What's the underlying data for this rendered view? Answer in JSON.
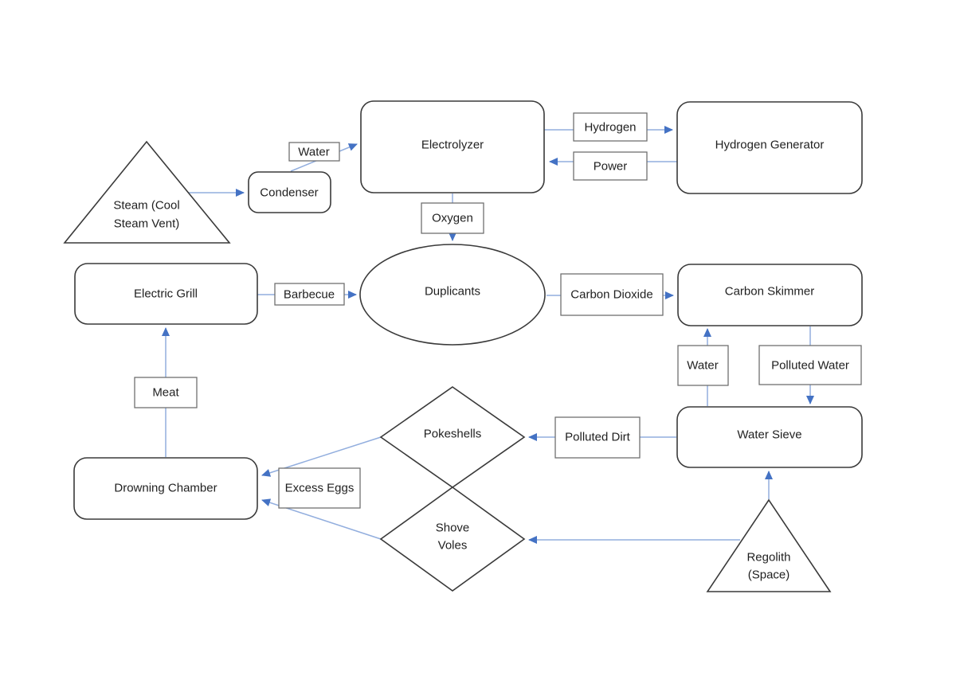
{
  "diagram": {
    "nodes": {
      "steam_vent": {
        "shape": "triangle",
        "label_line1": "Steam (Cool",
        "label_line2": "Steam Vent)"
      },
      "condenser": {
        "shape": "rounded-rect",
        "label": "Condenser"
      },
      "electrolyzer": {
        "shape": "rounded-rect",
        "label": "Electrolyzer"
      },
      "hydrogen_generator": {
        "shape": "rounded-rect",
        "label": "Hydrogen Generator"
      },
      "duplicants": {
        "shape": "ellipse",
        "label": "Duplicants"
      },
      "electric_grill": {
        "shape": "rounded-rect",
        "label": "Electric Grill"
      },
      "carbon_skimmer": {
        "shape": "rounded-rect",
        "label": "Carbon Skimmer"
      },
      "water_sieve": {
        "shape": "rounded-rect",
        "label": "Water Sieve"
      },
      "drowning_chamber": {
        "shape": "rounded-rect",
        "label": "Drowning Chamber"
      },
      "pokeshells": {
        "shape": "diamond",
        "label": "Pokeshells"
      },
      "shove_voles": {
        "shape": "diamond",
        "label_line1": "Shove",
        "label_line2": "Voles"
      },
      "regolith": {
        "shape": "triangle",
        "label_line1": "Regolith",
        "label_line2": "(Space)"
      }
    },
    "edge_labels": {
      "water_to_electrolyzer": "Water",
      "hydrogen": "Hydrogen",
      "power": "Power",
      "oxygen": "Oxygen",
      "barbecue": "Barbecue",
      "carbon_dioxide": "Carbon Dioxide",
      "water_to_skimmer": "Water",
      "polluted_water": "Polluted Water",
      "polluted_dirt": "Polluted Dirt",
      "meat": "Meat",
      "excess_eggs": "Excess Eggs"
    },
    "edges": [
      {
        "from": "steam_vent",
        "to": "condenser",
        "label": ""
      },
      {
        "from": "condenser",
        "to": "electrolyzer",
        "label": "Water"
      },
      {
        "from": "electrolyzer",
        "to": "hydrogen_generator",
        "label": "Hydrogen"
      },
      {
        "from": "hydrogen_generator",
        "to": "electrolyzer",
        "label": "Power"
      },
      {
        "from": "electrolyzer",
        "to": "duplicants",
        "label": "Oxygen"
      },
      {
        "from": "electric_grill",
        "to": "duplicants",
        "label": "Barbecue"
      },
      {
        "from": "duplicants",
        "to": "carbon_skimmer",
        "label": "Carbon Dioxide"
      },
      {
        "from": "water_sieve",
        "to": "carbon_skimmer",
        "label": "Water"
      },
      {
        "from": "carbon_skimmer",
        "to": "water_sieve",
        "label": "Polluted Water"
      },
      {
        "from": "water_sieve",
        "to": "pokeshells",
        "label": "Polluted Dirt"
      },
      {
        "from": "drowning_chamber",
        "to": "electric_grill",
        "label": "Meat"
      },
      {
        "from": "pokeshells",
        "to": "drowning_chamber",
        "label": "Excess Eggs"
      },
      {
        "from": "shove_voles",
        "to": "drowning_chamber",
        "label": "Excess Eggs"
      },
      {
        "from": "regolith",
        "to": "shove_voles",
        "label": ""
      },
      {
        "from": "regolith",
        "to": "water_sieve",
        "label": ""
      }
    ],
    "colors": {
      "connector_line": "#92aede",
      "arrowhead": "#4472c4",
      "shape_border": "#3a3a3a",
      "label_box_border": "#6b6b6b",
      "text": "#1f1f1f",
      "background": "#ffffff"
    }
  }
}
